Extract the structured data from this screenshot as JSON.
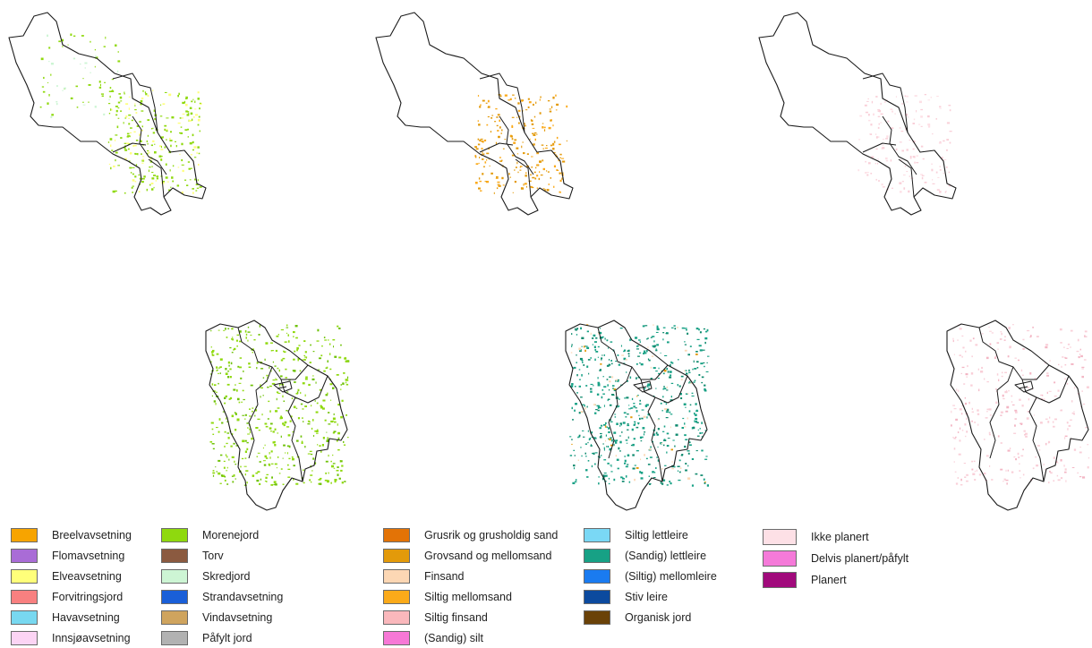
{
  "legends": {
    "deposit_type": [
      {
        "label": "Breelvavsetning",
        "color": "#f7a400"
      },
      {
        "label": "Flomavsetning",
        "color": "#a96cd6"
      },
      {
        "label": "Elveavsetning",
        "color": "#ffff7a"
      },
      {
        "label": "Forvitringsjord",
        "color": "#f88080"
      },
      {
        "label": "Havavsetning",
        "color": "#78d8f0"
      },
      {
        "label": "Innsjøavsetning",
        "color": "#fcd4f4"
      },
      {
        "label": "Morenejord",
        "color": "#8fd90e"
      },
      {
        "label": "Torv",
        "color": "#8b5a40"
      },
      {
        "label": "Skredjord",
        "color": "#cdf5d4"
      },
      {
        "label": "Strandavsetning",
        "color": "#1a5fd8"
      },
      {
        "label": "Vindavsetning",
        "color": "#cfa45e"
      },
      {
        "label": "Påfylt jord",
        "color": "#b2b2b2"
      }
    ],
    "texture": [
      {
        "label": "Grusrik og grusholdig sand",
        "color": "#e37306"
      },
      {
        "label": "Grovsand og mellomsand",
        "color": "#e39a0a"
      },
      {
        "label": "Finsand",
        "color": "#fcd7b4"
      },
      {
        "label": "Siltig mellomsand",
        "color": "#fbaa1a"
      },
      {
        "label": "Siltig finsand",
        "color": "#fab8bc"
      },
      {
        "label": "(Sandig) silt",
        "color": "#f778d6"
      },
      {
        "label": "Siltig lettleire",
        "color": "#7ad8f5"
      },
      {
        "label": "(Sandig) lettleire",
        "color": "#17a185"
      },
      {
        "label": "(Siltig) mellomleire",
        "color": "#1a7bf0"
      },
      {
        "label": "Stiv leire",
        "color": "#0c4a9e"
      },
      {
        "label": "Organisk jord",
        "color": "#6a4208"
      }
    ],
    "levelling": [
      {
        "label": "Ikke planert",
        "color": "#fde0e6"
      },
      {
        "label": "Delvis planert/påfylt",
        "color": "#f57ad9"
      },
      {
        "label": "Planert",
        "color": "#a10a7c"
      }
    ]
  }
}
